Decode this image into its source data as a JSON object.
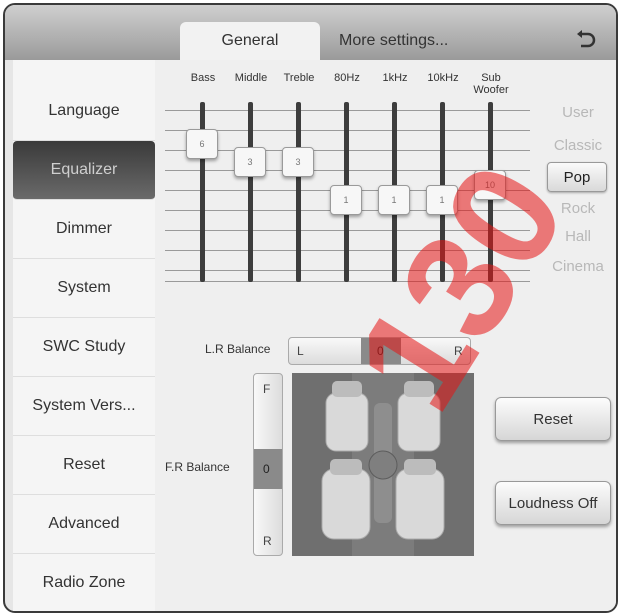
{
  "tabs": [
    {
      "label": "General",
      "active": true
    },
    {
      "label": "More settings...",
      "active": false
    }
  ],
  "sidebar": {
    "items": [
      {
        "label": "Language",
        "active": false
      },
      {
        "label": "Equalizer",
        "active": true
      },
      {
        "label": "Dimmer",
        "active": false
      },
      {
        "label": "System",
        "active": false
      },
      {
        "label": "SWC Study",
        "active": false
      },
      {
        "label": "System Vers...",
        "active": false
      },
      {
        "label": "Reset",
        "active": false
      },
      {
        "label": "Advanced",
        "active": false
      },
      {
        "label": "Radio Zone",
        "active": false
      }
    ]
  },
  "equalizer": {
    "bands": [
      {
        "label": "Bass",
        "value": "6",
        "level": 0.82
      },
      {
        "label": "Middle",
        "value": "3",
        "level": 0.7
      },
      {
        "label": "Treble",
        "value": "3",
        "level": 0.7
      },
      {
        "label": "80Hz",
        "value": "1",
        "level": 0.45
      },
      {
        "label": "1kHz",
        "value": "1",
        "level": 0.45
      },
      {
        "label": "10kHz",
        "value": "1",
        "level": 0.45
      },
      {
        "label": "Sub",
        "label2": "Woofer",
        "value": "10",
        "level": 0.55
      }
    ],
    "presets": [
      {
        "label": "User",
        "active": false
      },
      {
        "label": "Classic",
        "active": false
      },
      {
        "label": "Pop",
        "active": true
      },
      {
        "label": "Rock",
        "active": false
      },
      {
        "label": "Hall",
        "active": false
      },
      {
        "label": "Cinema",
        "active": false
      }
    ]
  },
  "balance": {
    "lr_label": "L.R Balance",
    "lr_left": "L",
    "lr_value": "0",
    "lr_right": "R",
    "fr_label": "F.R Balance",
    "fr_front": "F",
    "fr_value": "0",
    "fr_rear": "R"
  },
  "buttons": {
    "reset": "Reset",
    "loudness": "Loudness Off"
  },
  "watermark": "130",
  "colors": {
    "active_sidebar": "#3a3a3a",
    "watermark": "#e61414"
  }
}
